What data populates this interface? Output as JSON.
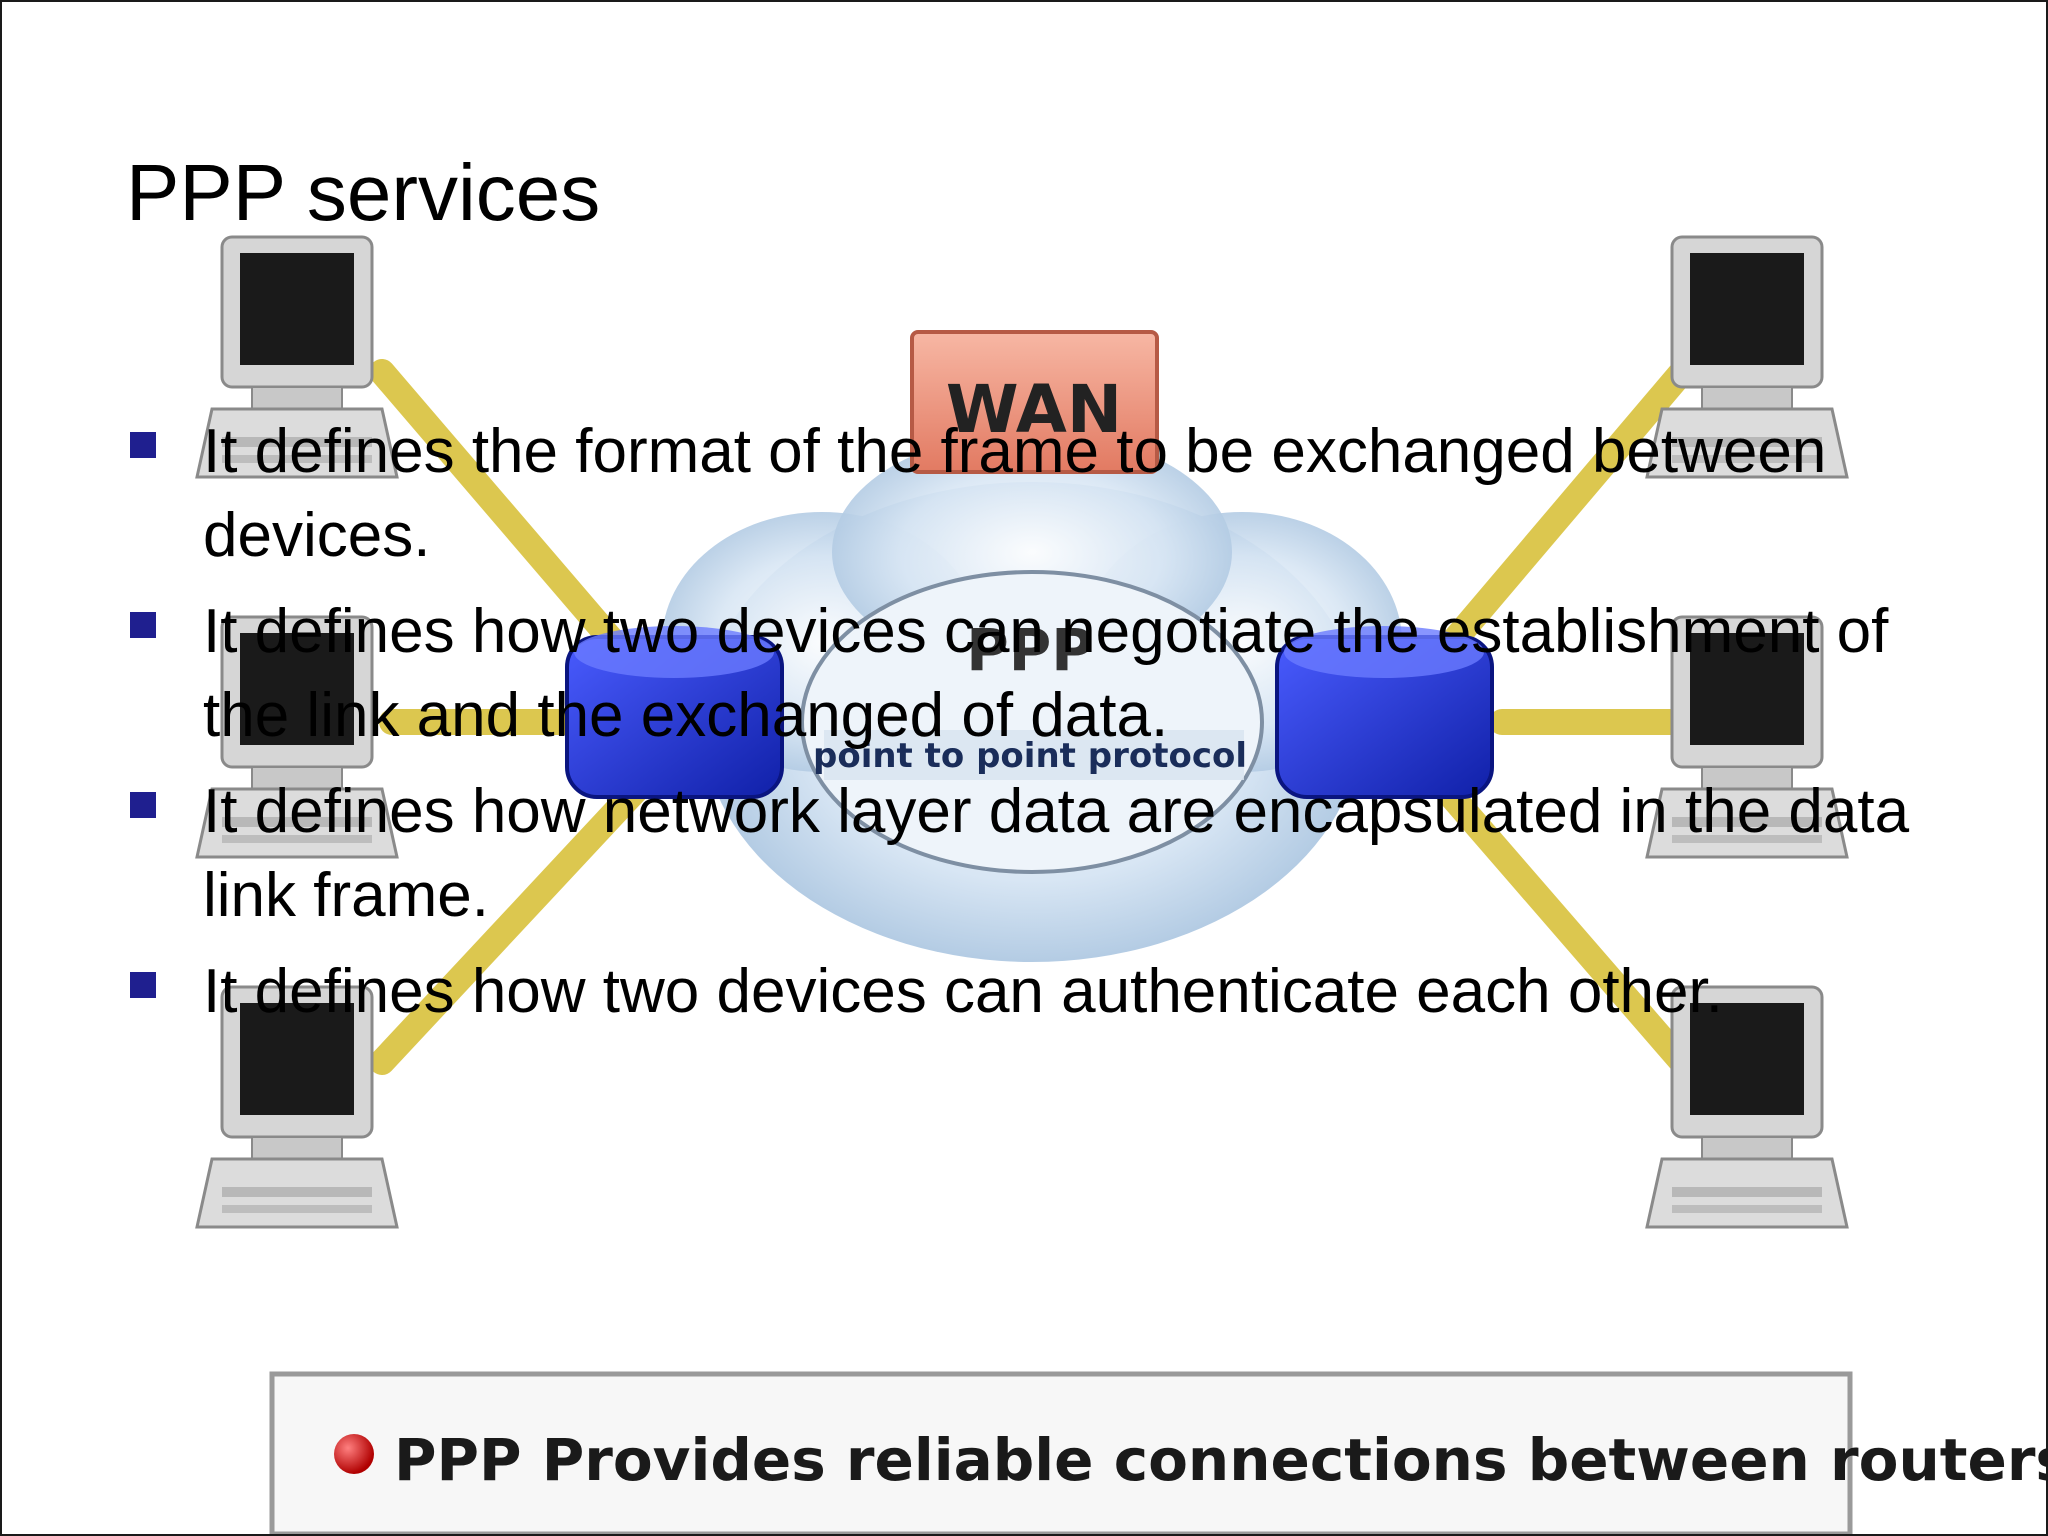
{
  "slide": {
    "title": "PPP services",
    "bullets": [
      "It defines the format  of the frame to be exchanged between devices.",
      "It defines  how two devices can negotiate the establishment of the link and the exchanged of data.",
      "It defines  how network layer data are encapsulated  in the data link frame.",
      "It defines how two devices can authenticate each other."
    ]
  },
  "diagram": {
    "wan_label": "WAN",
    "ppp_label": "PPP",
    "ppp_caption": "point to point protocol",
    "footer_text": "PPP Provides reliable connections between routers",
    "colors": {
      "bullet": "#1f1f8f",
      "router": "#1c2fd0",
      "wan_box": "#f0917a",
      "cable": "#d9c23c",
      "cloud": "#c9dcef"
    },
    "icons": [
      "computer-icon",
      "router-icon",
      "cloud-icon",
      "red-dot-icon"
    ]
  }
}
